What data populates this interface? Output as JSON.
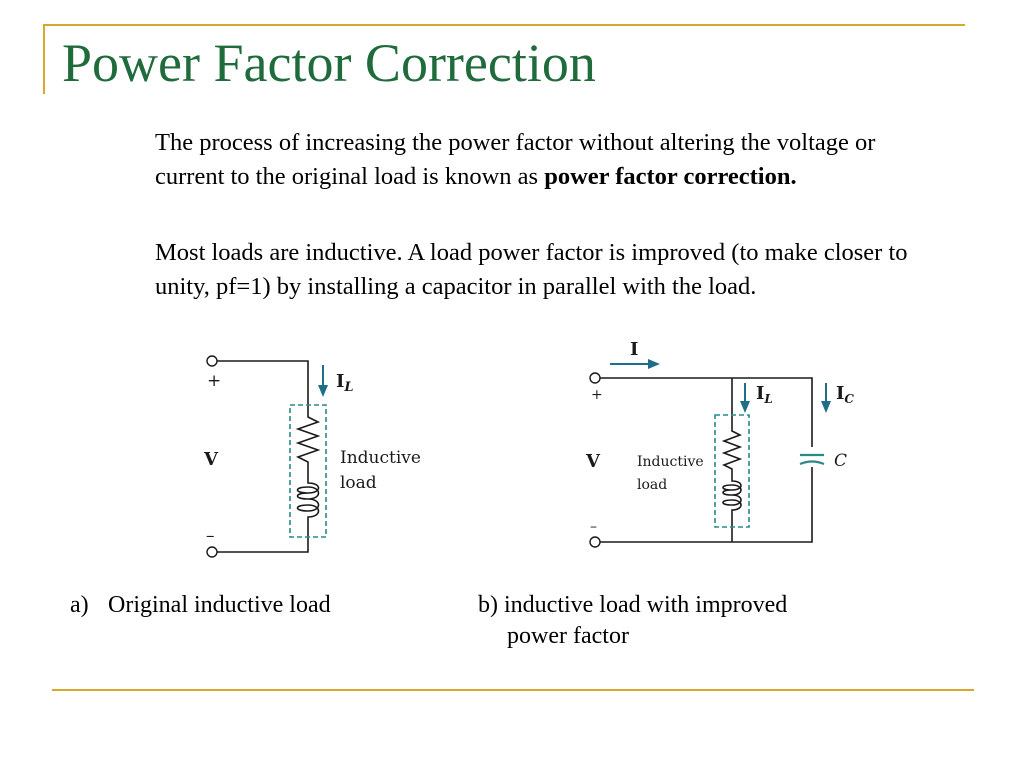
{
  "slide": {
    "title": "Power Factor Correction",
    "paragraph1": {
      "text": "The process of increasing the power factor without altering the voltage or current to the original load is known as ",
      "bold": "power factor correction."
    },
    "paragraph2": "Most loads are inductive. A load power factor is improved (to make closer to unity, pf=1) by installing a capacitor in parallel with the load."
  },
  "diagram_a": {
    "plus": "+",
    "minus": "–",
    "voltage_label": "V",
    "current_label": "I",
    "current_sub": "L",
    "load_label_line1": "Inductive",
    "load_label_line2": "load"
  },
  "diagram_b": {
    "plus": "+",
    "minus": "–",
    "voltage_label": "V",
    "source_current_label": "I",
    "load_current_label": "I",
    "load_current_sub": "L",
    "cap_current_label": "I",
    "cap_current_sub": "C",
    "cap_label": "C",
    "load_label_line1": "Inductive",
    "load_label_line2": "load"
  },
  "captions": {
    "a_letter": "a)",
    "a_text": "Original inductive load",
    "b_line1": "b) inductive load with improved",
    "b_line2": "power factor"
  },
  "colors": {
    "title": "#1f6b3b",
    "frame": "#d9a62e",
    "dashed_box": "#2a8a88",
    "arrows": "#1e6e8a"
  }
}
